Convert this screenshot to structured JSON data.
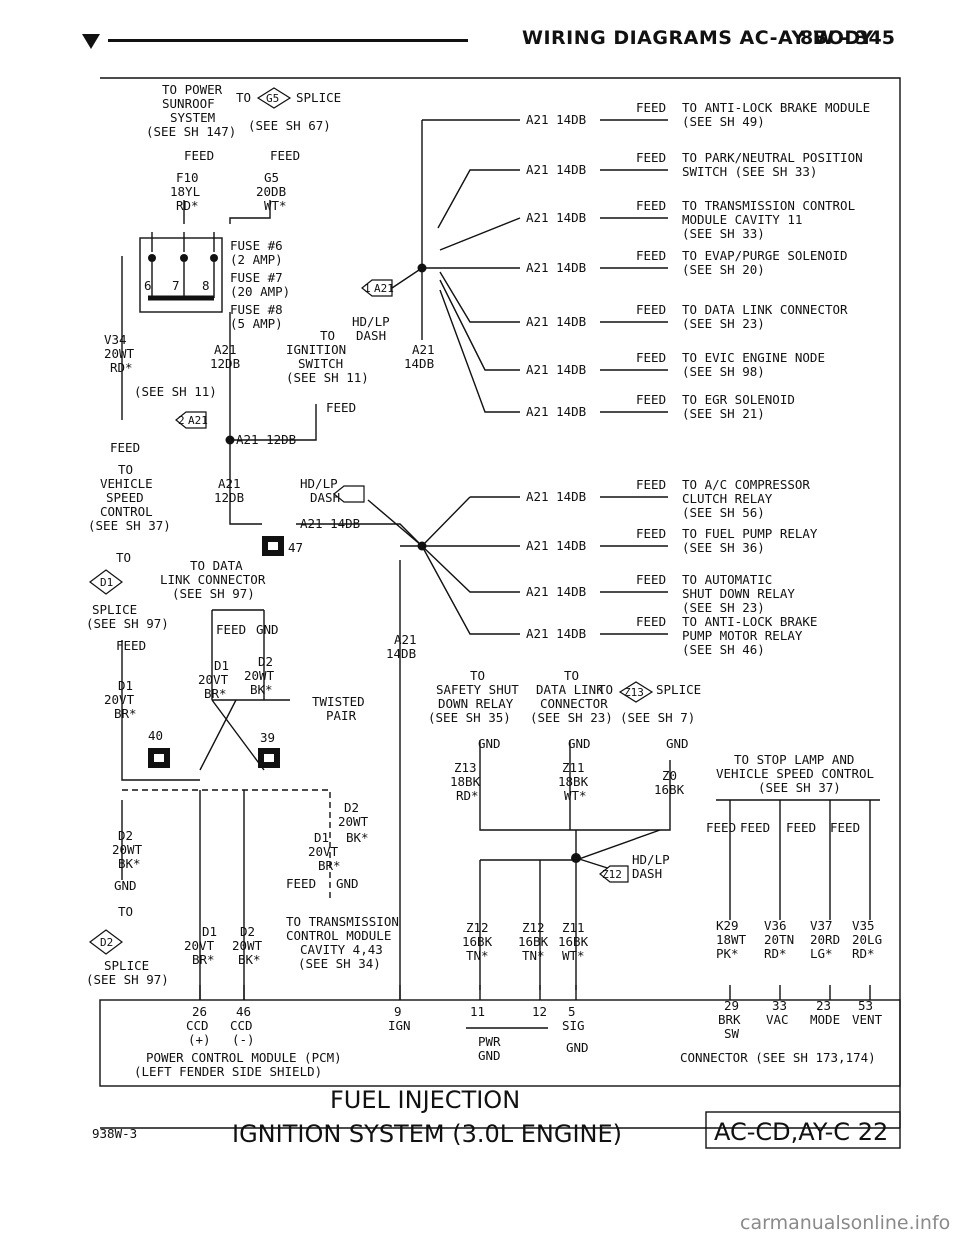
{
  "header": {
    "title": "WIRING DIAGRAMS AC-AY BODY",
    "page": "8W - 345"
  },
  "top": {
    "sunroof": [
      "TO POWER",
      "SUNROOF",
      "SYSTEM",
      "(SEE SH 147)"
    ],
    "splice_g5_to": "TO",
    "splice_g5_id": "G5",
    "splice_g5_word": "SPLICE",
    "splice_g5_ref": "(SEE SH 67)",
    "feed": "FEED",
    "f10": [
      "F10",
      "18YL",
      "RD*"
    ],
    "g5": [
      "G5",
      "20DB",
      "WT*"
    ],
    "fuses": [
      "FUSE #6",
      "(2 AMP)",
      "FUSE #7",
      "(20 AMP)",
      "FUSE #8",
      "(5 AMP)"
    ],
    "fuse_nums": [
      "6",
      "7",
      "8"
    ],
    "conn_a21": "1",
    "conn_a21_id": "A21",
    "hdlp": [
      "HD/LP",
      "DASH"
    ],
    "ign": [
      "TO",
      "IGNITION",
      "SWITCH",
      "(SEE SH 11)"
    ],
    "v34": [
      "V34",
      "20WT",
      "RD*"
    ],
    "a21_12db_a": [
      "A21",
      "12DB"
    ],
    "a21_14db_a": [
      "A21",
      "14DB"
    ],
    "see_sh11": "(SEE SH 11)",
    "conn2": "2",
    "a21_12db_b": "A21 12DB",
    "vsc": [
      "TO",
      "VEHICLE",
      "SPEED",
      "CONTROL",
      "(SEE SH 37)"
    ],
    "a21_12db_c": [
      "A21",
      "12DB"
    ],
    "hdlp2": [
      "HD/LP",
      "DASH"
    ],
    "a21_14db_b": "A21 14DB",
    "pin47": "47"
  },
  "feeds": [
    {
      "wire": "A21 14DB",
      "feed": "FEED",
      "dest": [
        "TO ANTI-LOCK BRAKE MODULE",
        "(SEE SH 49)"
      ]
    },
    {
      "wire": "A21 14DB",
      "feed": "FEED",
      "dest": [
        "TO PARK/NEUTRAL POSITION",
        "SWITCH (SEE SH 33)"
      ]
    },
    {
      "wire": "A21 14DB",
      "feed": "FEED",
      "dest": [
        "TO TRANSMISSION CONTROL",
        "MODULE CAVITY 11",
        "(SEE SH 33)"
      ]
    },
    {
      "wire": "A21 14DB",
      "feed": "FEED",
      "dest": [
        "TO EVAP/PURGE SOLENOID",
        "(SEE SH 20)"
      ]
    },
    {
      "wire": "A21 14DB",
      "feed": "FEED",
      "dest": [
        "TO DATA LINK CONNECTOR",
        "(SEE SH 23)"
      ]
    },
    {
      "wire": "A21 14DB",
      "feed": "FEED",
      "dest": [
        "TO EVIC ENGINE NODE",
        "(SEE SH 98)"
      ]
    },
    {
      "wire": "A21 14DB",
      "feed": "FEED",
      "dest": [
        "TO EGR SOLENOID",
        "(SEE SH 21)"
      ]
    },
    {
      "wire": "A21 14DB",
      "feed": "FEED",
      "dest": [
        "TO A/C COMPRESSOR",
        "CLUTCH RELAY",
        "(SEE SH 56)"
      ]
    },
    {
      "wire": "A21 14DB",
      "feed": "FEED",
      "dest": [
        "TO FUEL PUMP RELAY",
        "(SEE SH 36)"
      ]
    },
    {
      "wire": "A21 14DB",
      "feed": "FEED",
      "dest": [
        "TO AUTOMATIC",
        "SHUT DOWN RELAY",
        "(SEE SH 23)"
      ]
    },
    {
      "wire": "A21 14DB",
      "feed": "FEED",
      "dest": [
        "TO ANTI-LOCK BRAKE",
        "PUMP MOTOR RELAY",
        "(SEE SH 46)"
      ]
    }
  ],
  "mid": {
    "a21_14db_c": [
      "A21",
      "14DB"
    ],
    "to": "TO",
    "dlc": [
      "TO DATA",
      "LINK CONNECTOR",
      "(SEE SH 97)"
    ],
    "splice_d1": "D1",
    "splice_d1_ref": [
      "SPLICE",
      "(SEE SH 97)"
    ],
    "feed": "FEED",
    "gnd": "GND",
    "d1d2_top": [
      "D1",
      "D2",
      "20VT",
      "20WT",
      "BR*",
      "BK*"
    ],
    "d1_left": [
      "D1",
      "20VT",
      "BR*"
    ],
    "twisted": [
      "TWISTED",
      "PAIR"
    ],
    "pins": [
      "40",
      "39"
    ],
    "d2_right": [
      "D2",
      "20WT"
    ],
    "d1_right": [
      "D1",
      "BK*",
      "20VT",
      "BR*"
    ],
    "d2_left": [
      "D2",
      "20WT",
      "BK*"
    ],
    "feed2": "FEED",
    "gnd2": "GND",
    "tcm": [
      "TO TRANSMISSION",
      "CONTROL MODULE",
      "CAVITY 4,43",
      "(SEE SH 34)"
    ],
    "splice_d2": "D2",
    "splice_d2_to": "TO",
    "splice_d2_ref": [
      "SPLICE",
      "(SEE SH 97)"
    ],
    "d1d2_bot": [
      "D1",
      "D2",
      "20VT",
      "20WT",
      "BR*",
      "BK*"
    ]
  },
  "ground": {
    "asd": [
      "TO",
      "SAFETY SHUT",
      "DOWN RELAY",
      "(SEE SH 35)"
    ],
    "dlc": [
      "TO",
      "DATA LINK",
      "CONNECTOR",
      "(SEE SH 23)"
    ],
    "splice_to": "TO",
    "splice_z13": "Z13",
    "splice_word": "SPLICE",
    "splice_ref": "(SEE SH 7)",
    "gnd": "GND",
    "z13": [
      "Z13",
      "18BK",
      "RD*"
    ],
    "z11": [
      "Z11",
      "18BK",
      "WT*"
    ],
    "z0": [
      "Z0",
      "16BK"
    ],
    "stop": [
      "TO STOP LAMP AND",
      "VEHICLE SPEED CONTROL",
      "(SEE SH 37)"
    ],
    "z12_conn": "Z12",
    "hdlp": [
      "HD/LP",
      "DASH"
    ],
    "z12a": [
      "Z12",
      "16BK",
      "TN*"
    ],
    "z12b": [
      "Z12",
      "16BK",
      "TN*"
    ],
    "z11b": [
      "Z11",
      "16BK",
      "WT*"
    ]
  },
  "vss": {
    "feed": "FEED",
    "wires": [
      [
        "K29",
        "18WT",
        "PK*"
      ],
      [
        "V36",
        "20TN",
        "RD*"
      ],
      [
        "V37",
        "20RD",
        "LG*"
      ],
      [
        "V35",
        "20LG",
        "RD*"
      ]
    ]
  },
  "pcm": {
    "pins": [
      {
        "num": "26",
        "name": "CCD",
        "sign": "(+)"
      },
      {
        "num": "46",
        "name": "CCD",
        "sign": "(-)"
      },
      {
        "num": "9",
        "name": "IGN",
        "sign": ""
      },
      {
        "num": "11",
        "name": "",
        "sign": ""
      },
      {
        "num": "12",
        "name": "",
        "sign": ""
      },
      {
        "num": "5",
        "name": "SIG",
        "sign": ""
      }
    ],
    "pwr_gnd": [
      "PWR",
      "GND"
    ],
    "sig_gnd": "GND",
    "right_pins": [
      {
        "num": "29",
        "name": "BRK",
        "sub": "SW"
      },
      {
        "num": "33",
        "name": "VAC",
        "sub": ""
      },
      {
        "num": "23",
        "name": "MODE",
        "sub": ""
      },
      {
        "num": "53",
        "name": "VENT",
        "sub": ""
      }
    ],
    "label": [
      "POWER CONTROL MODULE (PCM)",
      "(LEFT FENDER SIDE SHIELD)"
    ],
    "connector": "CONNECTOR (SEE SH 173,174)"
  },
  "footer": {
    "code": "938W-3",
    "title1": "FUEL INJECTION",
    "title2": "IGNITION SYSTEM (3.0L ENGINE)",
    "box": "AC-CD,AY-C 22"
  },
  "watermark": "carmanualsonline.info"
}
